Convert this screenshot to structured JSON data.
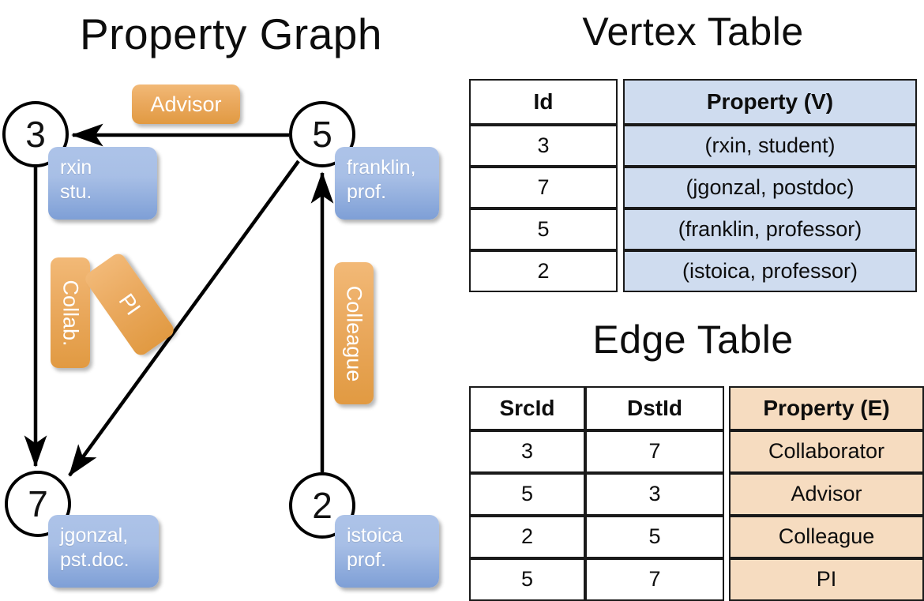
{
  "titles": {
    "property_graph": "Property Graph",
    "vertex_table": "Vertex Table",
    "edge_table": "Edge Table"
  },
  "graph": {
    "vertices": [
      {
        "id": "3",
        "label": "rxin\nstu.",
        "line1": "rxin",
        "line2": "stu."
      },
      {
        "id": "5",
        "label": "franklin, prof.",
        "line1": "franklin,",
        "line2": "prof."
      },
      {
        "id": "7",
        "label": "jgonzal, pst.doc.",
        "line1": "jgonzal,",
        "line2": "pst.doc."
      },
      {
        "id": "2",
        "label": "istoica prof.",
        "line1": "istoica",
        "line2": "prof."
      }
    ],
    "edge_labels": {
      "advisor": "Advisor",
      "collab": "Collab.",
      "pi": "PI",
      "colleague": "Colleague"
    },
    "edges": [
      {
        "from": "5",
        "to": "3",
        "label": "Advisor"
      },
      {
        "from": "3",
        "to": "7",
        "label": "Collab."
      },
      {
        "from": "5",
        "to": "7",
        "label": "PI"
      },
      {
        "from": "2",
        "to": "5",
        "label": "Colleague"
      }
    ]
  },
  "vertex_table": {
    "headers": [
      "Id",
      "Property (V)"
    ],
    "rows": [
      {
        "id": "3",
        "property": "(rxin, student)"
      },
      {
        "id": "7",
        "property": "(jgonzal, postdoc)"
      },
      {
        "id": "5",
        "property": "(franklin, professor)"
      },
      {
        "id": "2",
        "property": "(istoica, professor)"
      }
    ]
  },
  "edge_table": {
    "headers": [
      "SrcId",
      "DstId",
      "Property (E)"
    ],
    "rows": [
      {
        "src": "3",
        "dst": "7",
        "property": "Collaborator"
      },
      {
        "src": "5",
        "dst": "3",
        "property": "Advisor"
      },
      {
        "src": "2",
        "dst": "5",
        "property": "Colleague"
      },
      {
        "src": "5",
        "dst": "7",
        "property": "PI"
      }
    ]
  },
  "colors": {
    "vertex_property_blue": "#a8bfe6",
    "edge_label_orange": "#eaa95e",
    "vertex_table_header_fill": "#cfdcef",
    "edge_table_header_fill": "#f6dcc0",
    "stroke": "#000000",
    "background": "#ffffff"
  }
}
